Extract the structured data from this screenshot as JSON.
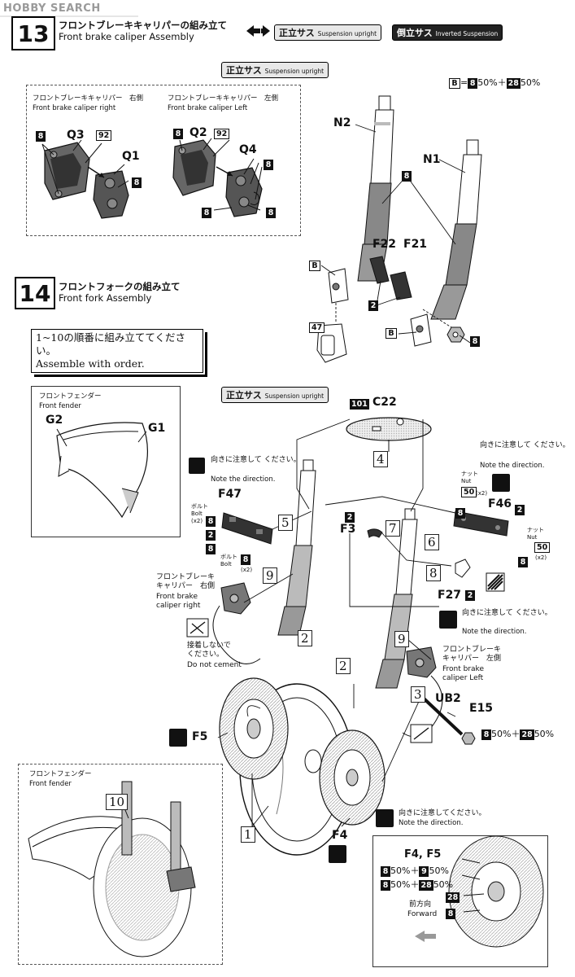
{
  "watermark": "HOBBY SEARCH",
  "step13": {
    "number": "13",
    "title_ja": "フロントブレーキキャリパーの組み立て",
    "title_en": "Front brake caliper Assembly"
  },
  "variant_tabs": {
    "upright_ja": "正立サス",
    "upright_en": "Suspension upright",
    "inverted_ja": "倒立サス",
    "inverted_en": "Inverted Suspension"
  },
  "section_tag_1": {
    "ja": "正立サス",
    "en": "Suspension upright"
  },
  "mix_note": {
    "letter": "B",
    "eq": "=",
    "p1": "8",
    "t1": "50%＋",
    "p2": "28",
    "t2": "50%"
  },
  "caliper_right": {
    "ja": "フロントブレーキキャリパー　右側",
    "en": "Front brake caliper right",
    "parts": {
      "a": "8",
      "b": "Q3",
      "c": "92",
      "d": "Q1",
      "e": "8"
    }
  },
  "caliper_left": {
    "ja": "フロントブレーキキャリパー　左側",
    "en": "Front brake caliper Left",
    "parts": {
      "a": "8",
      "b": "Q2",
      "c": "92",
      "d": "Q4",
      "e": "8",
      "f": "8",
      "g": "8"
    }
  },
  "fork_upper": {
    "n2": "N2",
    "n1": "N1",
    "p8": "8",
    "f22": "F22",
    "f21": "F21",
    "b1": "B",
    "b2": "B",
    "p2": "2",
    "p47": "47",
    "p8b": "8"
  },
  "step14": {
    "number": "14",
    "title_ja": "フロントフォークの組み立て",
    "title_en": "Front fork Assembly"
  },
  "instruction": {
    "ja": "1~10の順番に組み立ててください。",
    "en": "Assemble with order."
  },
  "fender_top": {
    "ja": "フロントフェンダー",
    "en": "Front fender",
    "g2": "G2",
    "g1": "G1"
  },
  "section_tag_2": {
    "ja": "正立サス",
    "en": "Suspension upright"
  },
  "main": {
    "p101": "101",
    "c22": "C22",
    "order": [
      "1",
      "2",
      "3",
      "4",
      "5",
      "6",
      "7",
      "8",
      "9",
      "10"
    ],
    "note_dir_ja": "向きに注意して\nください。",
    "note_dir_en": "Note the direction.",
    "f47": "F47",
    "f46": "F46",
    "f3": "F3",
    "f27": "F27",
    "bolt_ja": "ボルト",
    "bolt_en": "Bolt",
    "x2": "(x2)",
    "nut_ja": "ナット",
    "nut_en": "Nut",
    "p8": "8",
    "p2": "2",
    "p50": "50",
    "caliper_r_ja": "フロントブレーキ\nキャリパー　右側",
    "caliper_r_en": "Front brake\ncaliper right",
    "caliper_l_ja": "フロントブレーキ\nキャリパー　左側",
    "caliper_l_en": "Front brake\ncaliper Left",
    "no_cement_ja": "接着しないで\nください。",
    "no_cement_en": "Do not cement",
    "f5": "F5",
    "f4": "F4",
    "ub2": "UB2",
    "e15": "E15",
    "mix_p1": "8",
    "mix_t1": "50%＋",
    "mix_p2": "28",
    "mix_t2": "50%"
  },
  "fender_bottom": {
    "ja": "フロントフェンダー",
    "en": "Front fender"
  },
  "disc_note": {
    "ja": "向きに注意してください。",
    "en": "Note the direction."
  },
  "disc_box": {
    "title": "F4, F5",
    "r1": {
      "p1": "8",
      "t1": "50%＋",
      "p2": "9",
      "t2": "50%"
    },
    "r2": {
      "p1": "8",
      "t1": "50%＋",
      "p2": "28",
      "t2": "50%"
    },
    "p28": "28",
    "p8": "8",
    "fwd_ja": "前方向",
    "fwd_en": "Forward"
  }
}
